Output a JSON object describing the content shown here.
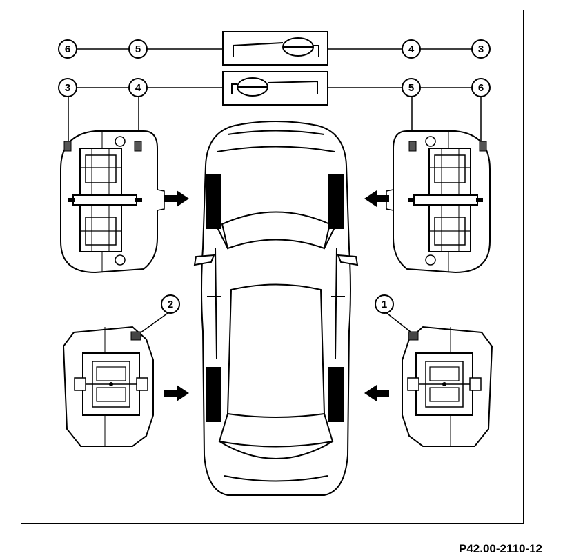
{
  "figure_id": "P42.00-2110-12",
  "callouts": {
    "top_row": [
      "6",
      "5",
      "4",
      "3"
    ],
    "second_row": [
      "3",
      "4",
      "5",
      "6"
    ],
    "rear_left": "2",
    "rear_right": "1"
  },
  "colors": {
    "ink": "#000000",
    "paper": "#ffffff"
  }
}
